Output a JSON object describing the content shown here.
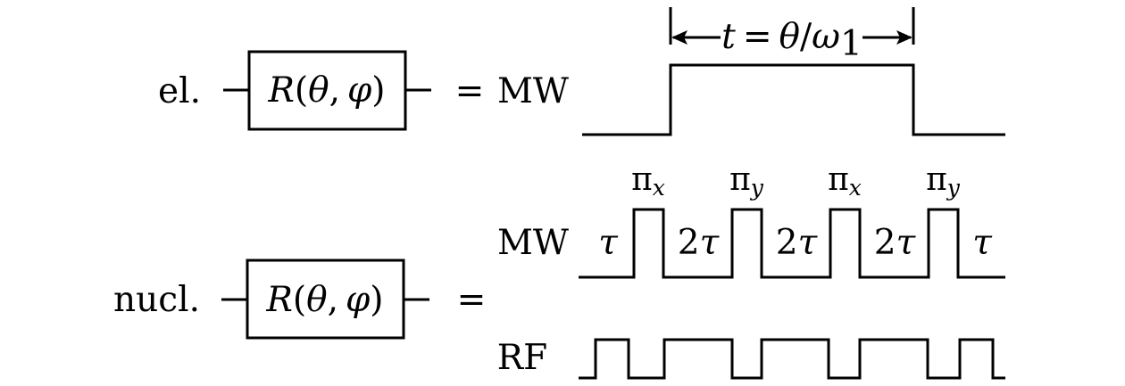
{
  "electron_row": {
    "qubit_label": "el.",
    "gate": {
      "text_R": "R",
      "text_open": "(",
      "text_theta": "θ",
      "text_comma": ",",
      "text_phi": "φ",
      "text_close": ")"
    },
    "equals": "=",
    "channel_label": "MW",
    "duration": {
      "t": "t",
      "eq": "=",
      "theta": "θ",
      "slash": "/",
      "omega": "ω",
      "omega_sub": "1"
    }
  },
  "nuclear_row": {
    "qubit_label": "nucl.",
    "gate": {
      "text_R": "R",
      "text_open": "(",
      "text_theta": "θ",
      "text_comma": ",",
      "text_phi": "φ",
      "text_close": ")"
    },
    "equals": "=",
    "mw_channel_label": "MW",
    "rf_channel_label": "RF",
    "pulses": [
      {
        "symbol": "π",
        "axis": "x"
      },
      {
        "symbol": "π",
        "axis": "y"
      },
      {
        "symbol": "π",
        "axis": "x"
      },
      {
        "symbol": "π",
        "axis": "y"
      }
    ],
    "delays": [
      {
        "coef": "",
        "tau": "τ"
      },
      {
        "coef": "2",
        "tau": "τ"
      },
      {
        "coef": "2",
        "tau": "τ"
      },
      {
        "coef": "2",
        "tau": "τ"
      },
      {
        "coef": "",
        "tau": "τ"
      }
    ]
  }
}
